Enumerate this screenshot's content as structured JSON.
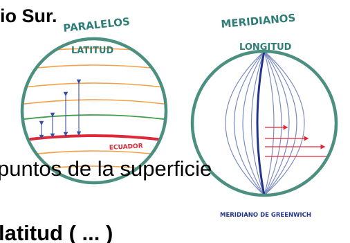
{
  "slide": {
    "line1": "io Sur.",
    "line2": "puntos de la superficie",
    "line3": "latitud ( ... )"
  },
  "diagram": {
    "left_title_1": "PARALELOS",
    "left_title_2": "LATITUD",
    "left_equator_label": "ECUADOR",
    "right_title_1": "MERIDIANOS",
    "right_title_2": "LONGITUD",
    "right_bottom_label": "MERIDIANO DE GREENWICH"
  },
  "colors": {
    "globe_outline": "#4a8f7f",
    "parallels": "#f3a046",
    "equator": "#e0283a",
    "meridians": "#7a8bc2",
    "greenwich": "#22338a",
    "arrows_blue": "#3a4ea0",
    "arrows_green": "#3f9c49",
    "arrows_red": "#e0283a"
  }
}
